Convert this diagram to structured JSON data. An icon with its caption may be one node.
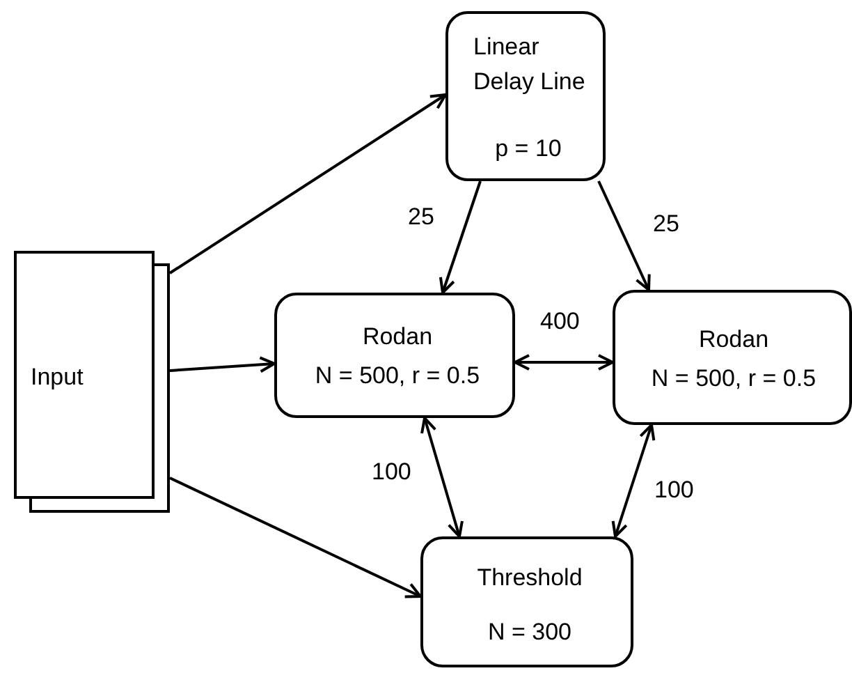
{
  "diagram": {
    "nodes": [
      {
        "text": [
          "Input"
        ]
      },
      {
        "text": [
          "Linear Delay Line",
          "p = 10"
        ]
      },
      {
        "text": [
          "Rodan",
          "N = 500, r = 0.5"
        ]
      },
      {
        "text": [
          "Rodan",
          "N = 500, r = 0.5"
        ]
      },
      {
        "text": [
          "Threshold",
          "N = 300"
        ]
      }
    ],
    "edges": [
      {
        "from": 0,
        "to": 1,
        "arrow": "to"
      },
      {
        "from": 0,
        "to": 2,
        "arrow": "to"
      },
      {
        "from": 0,
        "to": 4,
        "arrow": "to"
      },
      {
        "from": 1,
        "to": 2,
        "arrow": "to",
        "label": "25"
      },
      {
        "from": 1,
        "to": 3,
        "arrow": "to",
        "label": "25"
      },
      {
        "from": 2,
        "to": 3,
        "arrow": "both",
        "label": "400"
      },
      {
        "from": 2,
        "to": 4,
        "arrow": "both",
        "label": "100"
      },
      {
        "from": 3,
        "to": 4,
        "arrow": "both",
        "label": "100"
      }
    ]
  }
}
